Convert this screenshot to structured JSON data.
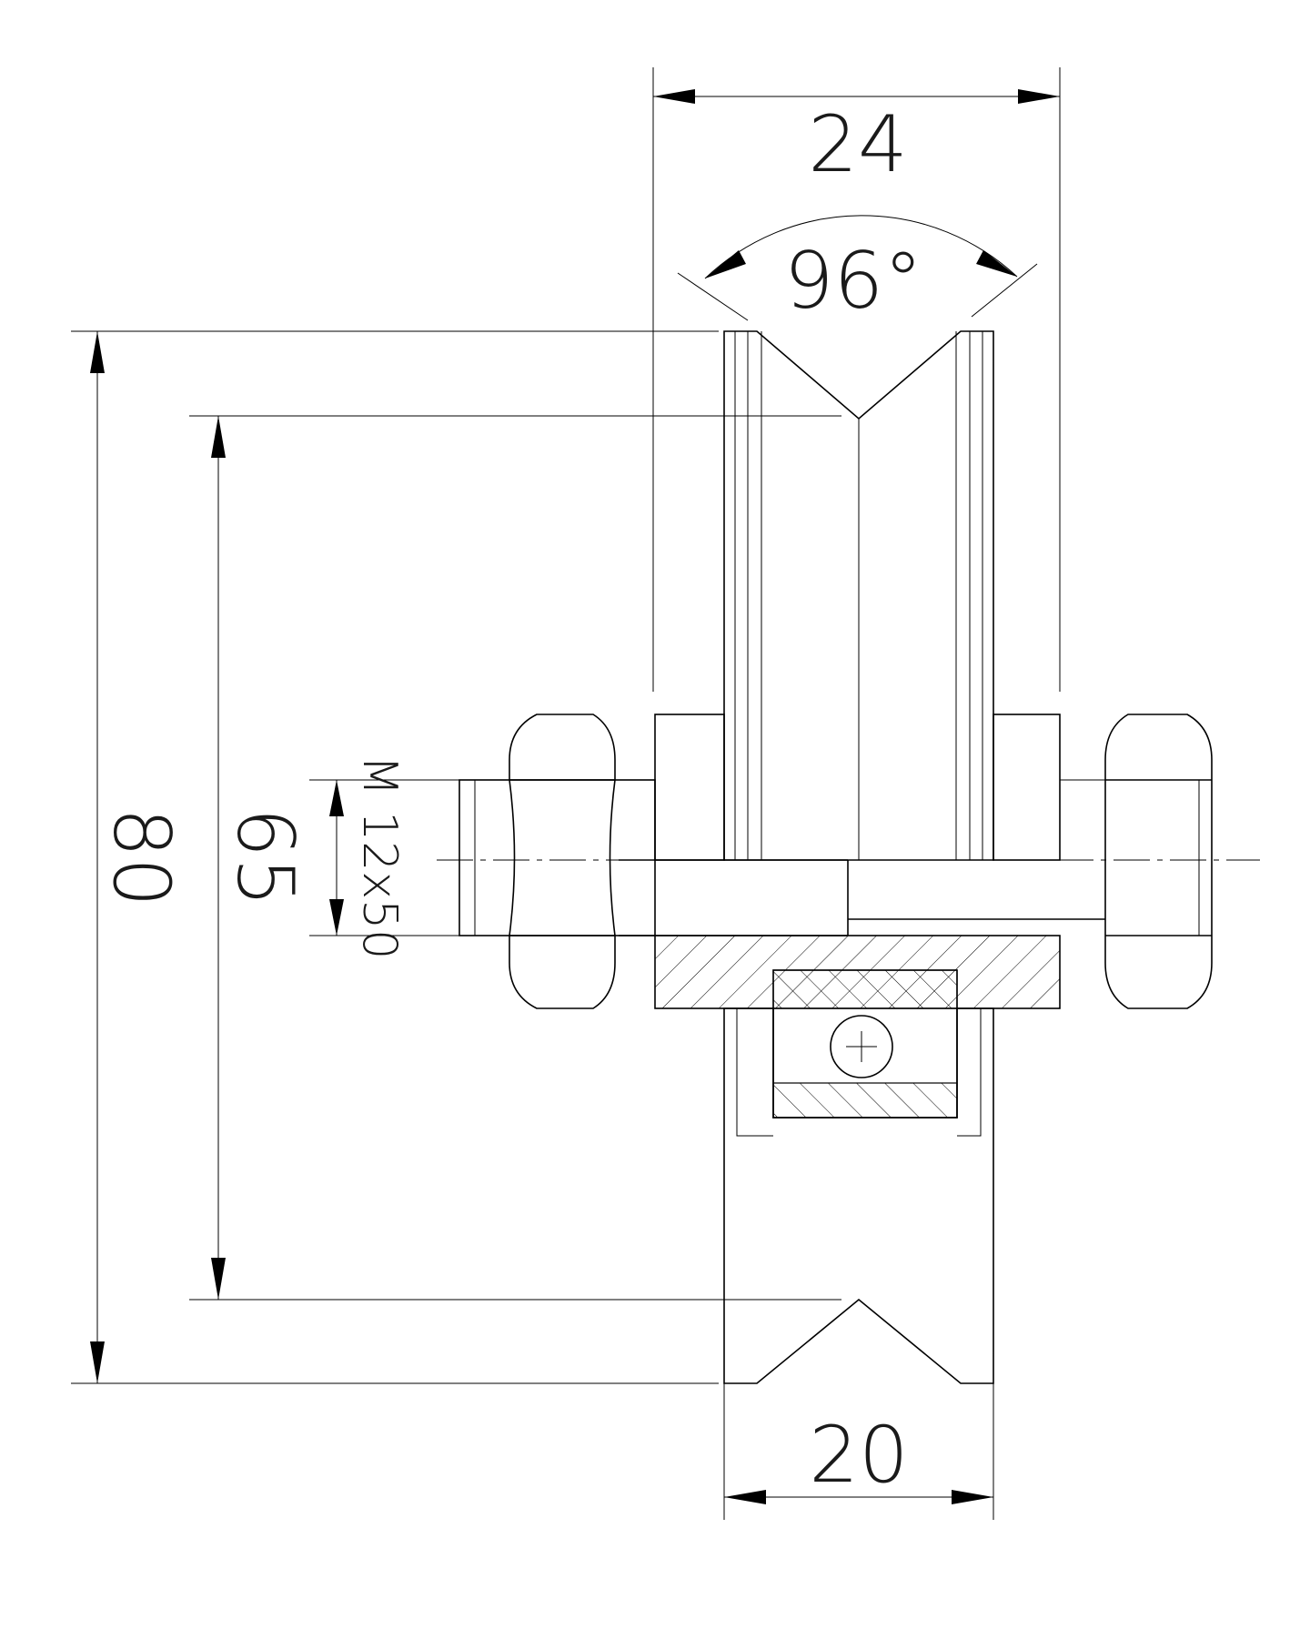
{
  "dimensions": {
    "top_width": "24",
    "groove_angle": "96°",
    "overall_diameter": "80",
    "groove_diameter": "65",
    "bolt_spec": "M 12x50",
    "bottom_width": "20"
  },
  "colors": {
    "line": "#000000",
    "background": "#ffffff"
  }
}
